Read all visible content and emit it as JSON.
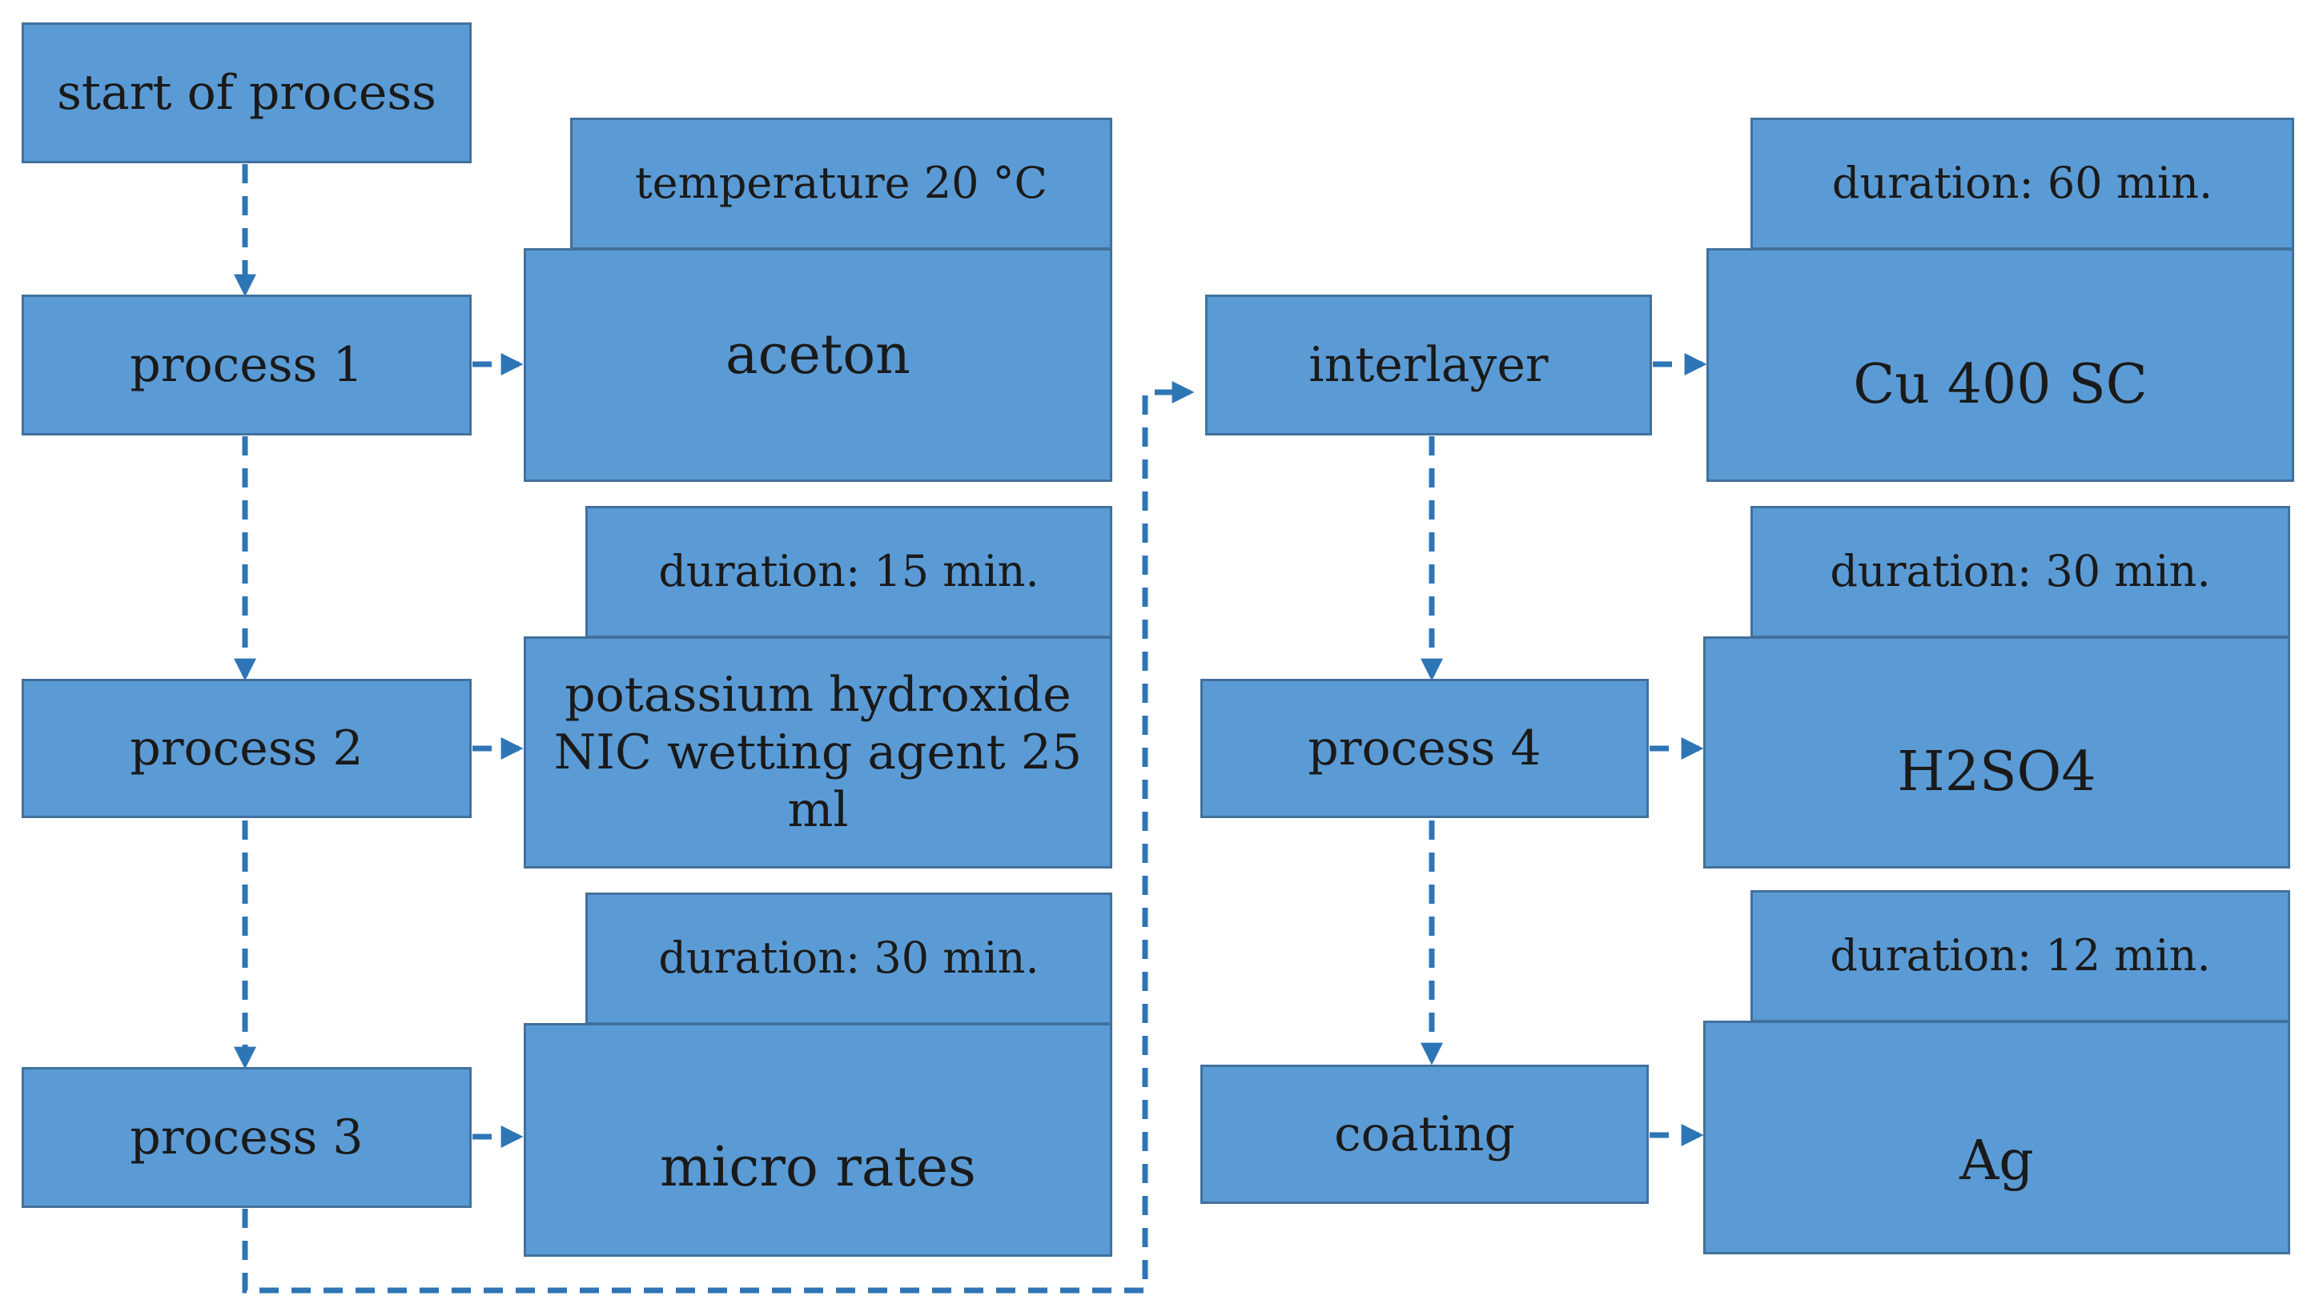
{
  "left_column": {
    "start": "start of process",
    "process1": "process 1",
    "process2": "process 2",
    "process3": "process 3"
  },
  "left_details": {
    "temperature": "temperature 20 °C",
    "aceton": "aceton",
    "duration15": "duration: 15 min.",
    "koh": "potassium hydroxide\nNIC wetting agent 25 ml",
    "duration30a": "duration: 30 min.",
    "micro": "micro rates"
  },
  "right_column": {
    "interlayer": "interlayer",
    "process4": "process 4",
    "coating": "coating"
  },
  "right_details": {
    "duration60": "duration: 60 min.",
    "cu": "Cu 400 SC",
    "duration30b": "duration: 30 min.",
    "h2so4": "H2SO4",
    "duration12": "duration: 12 min.",
    "ag": "Ag"
  },
  "colors": {
    "box_fill": "#5b9bd5",
    "box_border": "#41719c",
    "connector": "#2e75b6"
  }
}
